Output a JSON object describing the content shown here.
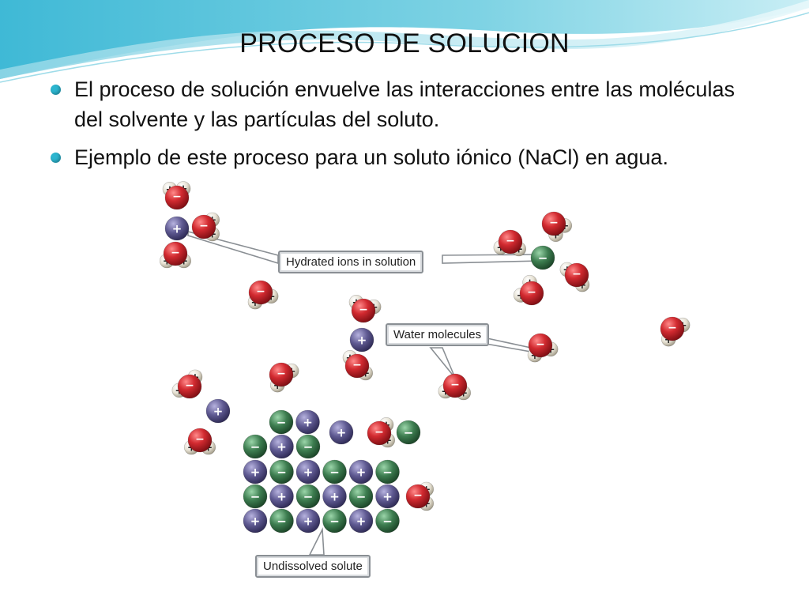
{
  "slide": {
    "title": "PROCESO DE SOLUCION",
    "bullets": [
      "El proceso de solución envuelve las interacciones entre las moléculas del solvente y las partículas del soluto.",
      "Ejemplo de este proceso para un soluto iónico (NaCl) en agua."
    ],
    "accent_color": "#2cb5cf"
  },
  "diagram": {
    "labels": {
      "hydrated": "Hydrated ions in solution",
      "water": "Water molecules",
      "undissolved": "Undissolved solute"
    },
    "charges": {
      "positive": "+",
      "negative": "−"
    },
    "colors": {
      "oxygen": "#c8202a",
      "hydrogen": "#e8e4d8",
      "cation": "#5e5a8c",
      "anion": "#3c7a4f",
      "leader_line": "#8a8f94"
    }
  }
}
